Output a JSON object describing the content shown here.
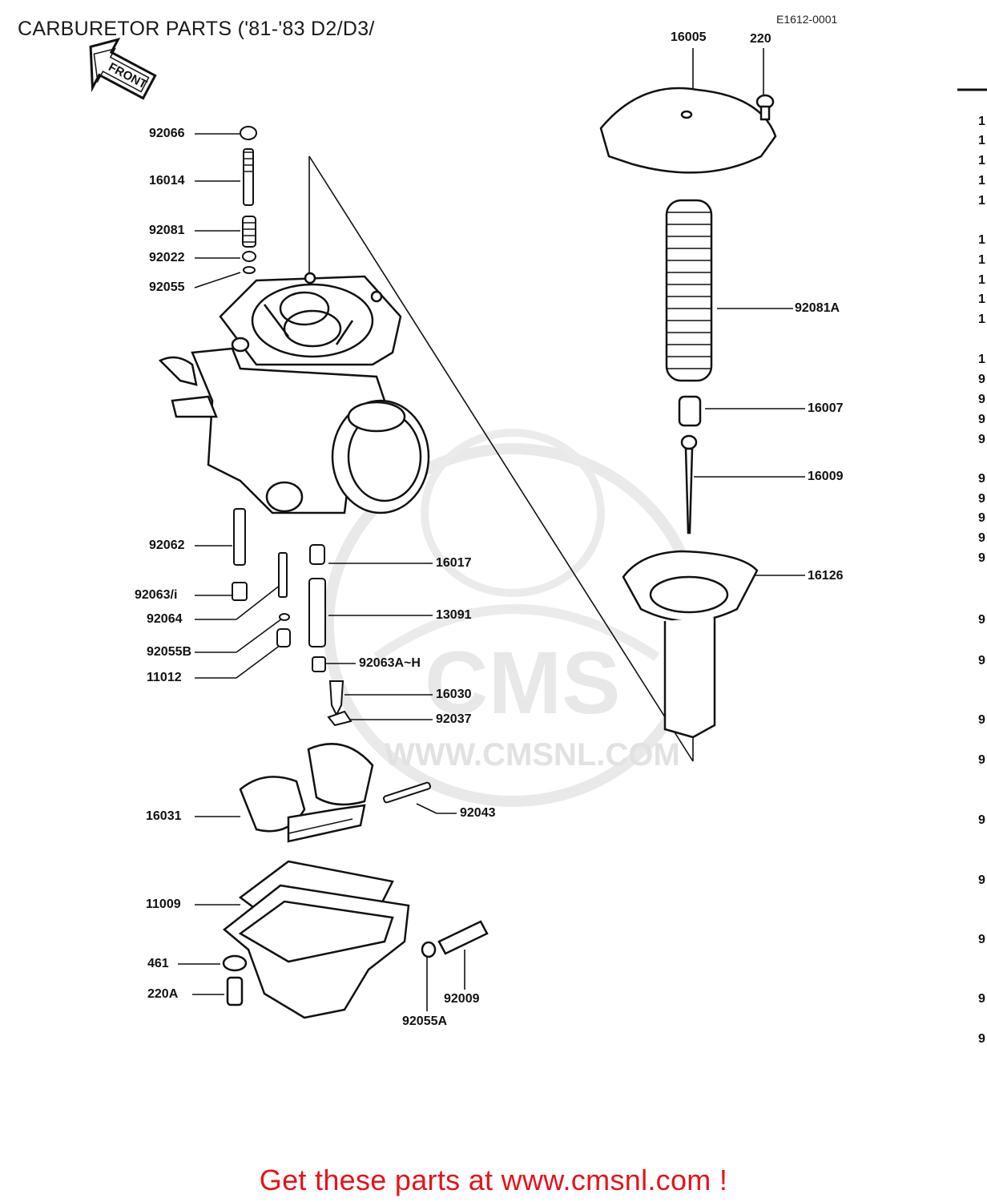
{
  "header": {
    "title": "CARBURETOR PARTS ('81-'83 D2/D3/",
    "drawing_code": "E1612-0001"
  },
  "front_arrow": {
    "label": "FRONT"
  },
  "callouts": {
    "c92066": "92066",
    "c16014": "16014",
    "c92081": "92081",
    "c92022": "92022",
    "c92055": "92055",
    "c92062": "92062",
    "c92063i": "92063/i",
    "c92064": "92064",
    "c92055B": "92055B",
    "c11012": "11012",
    "c16017": "16017",
    "c13091": "13091",
    "c92063AH": "92063A~H",
    "c16030": "16030",
    "c92037": "92037",
    "c16031": "16031",
    "c92043": "92043",
    "c11009": "11009",
    "c461": "461",
    "c220A": "220A",
    "c92009": "92009",
    "c92055A": "92055A",
    "c16005": "16005",
    "c220": "220",
    "c92081A": "92081A",
    "c16007": "16007",
    "c16009": "16009",
    "c16126": "16126"
  },
  "parts_index_column": [
    "1",
    "1",
    "1",
    "1",
    "1",
    "1",
    "1",
    "1",
    "1",
    "1",
    "1",
    "9",
    "9",
    "9",
    "9",
    "9",
    "9",
    "9",
    "9",
    "9",
    "9",
    "9",
    "9",
    "9",
    "9",
    "9",
    "9",
    "9",
    "9"
  ],
  "watermark": {
    "brand": "CMS",
    "url": "WWW.CMSNL.COM"
  },
  "footer": {
    "cta": "Get these parts at www.cmsnl.com !"
  },
  "colors": {
    "cta": "#e4141a",
    "line": "#111111",
    "watermark": "#e2e2e2"
  }
}
